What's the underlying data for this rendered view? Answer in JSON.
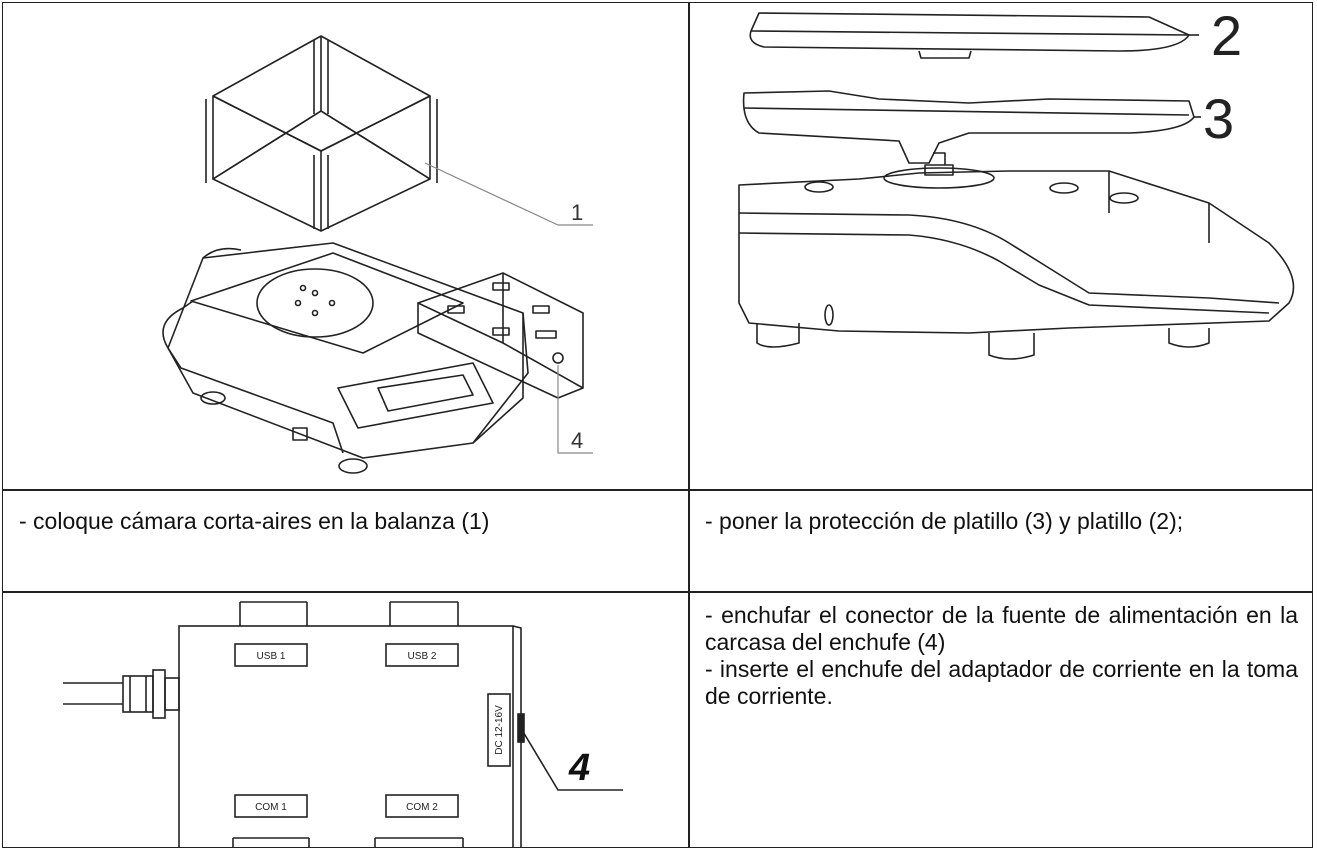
{
  "captions": {
    "step1": "- coloque cámara corta-aires en la balanza (1)",
    "step2": "- poner la protección de platillo (3) y platillo (2);",
    "step3_line1": "- enchufar el conector de la fuente de alimentación en la carcasa del enchufe (4)",
    "step3_line2": "- inserte el enchufe del adaptador de corriente en la toma de corriente."
  },
  "figure_labels": {
    "draft_shield": "1",
    "pan": "2",
    "pan_protection": "3",
    "power_socket": "4"
  },
  "ports": {
    "usb1": "USB 1",
    "usb2": "USB 2",
    "com1": "COM 1",
    "com2": "COM 2",
    "dc": "DC 12-16V",
    "socket_callout": "4"
  }
}
